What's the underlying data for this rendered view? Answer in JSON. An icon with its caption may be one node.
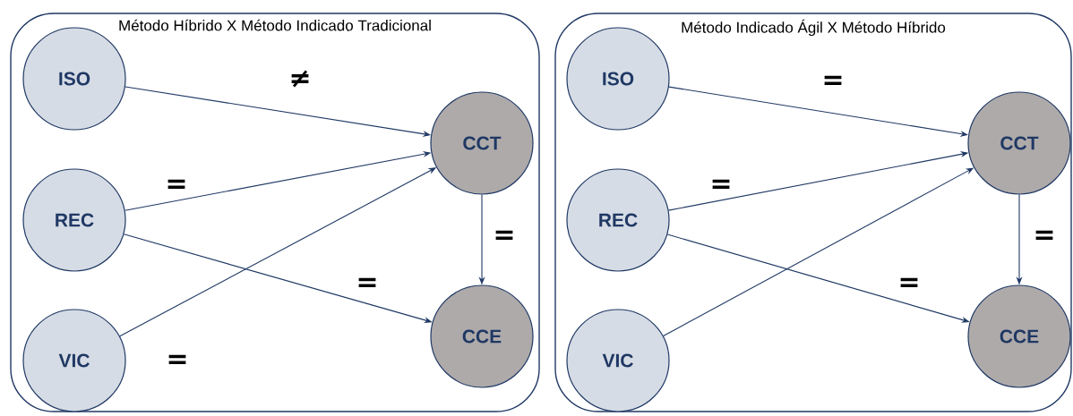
{
  "diagram": {
    "nodes": [
      {
        "text": [
          "Método Híbrido X Método Indicado Tradicional"
        ]
      },
      {
        "text": [
          "ISO"
        ],
        "in": 0
      },
      {
        "text": [
          "REC"
        ],
        "in": 0
      },
      {
        "text": [
          "VIC"
        ],
        "in": 0
      },
      {
        "text": [
          "CCT"
        ],
        "in": 0
      },
      {
        "text": [
          "CCE"
        ],
        "in": 0
      },
      {
        "text": [
          "Método Indicado Ágil X Método Híbrido"
        ]
      },
      {
        "text": [
          "ISO"
        ],
        "in": 6
      },
      {
        "text": [
          "REC"
        ],
        "in": 6
      },
      {
        "text": [
          "VIC"
        ],
        "in": 6
      },
      {
        "text": [
          "CCT"
        ],
        "in": 6
      },
      {
        "text": [
          "CCE"
        ],
        "in": 6
      }
    ],
    "edges": [
      {
        "from": 1,
        "to": 4,
        "arrow": "to",
        "label": "≠"
      },
      {
        "from": 2,
        "to": 4,
        "arrow": "to",
        "label": "="
      },
      {
        "from": 3,
        "to": 4,
        "arrow": "to",
        "label": "="
      },
      {
        "from": 2,
        "to": 5,
        "arrow": "to",
        "label": "="
      },
      {
        "from": 4,
        "to": 5,
        "arrow": "to",
        "label": "="
      },
      {
        "from": 7,
        "to": 10,
        "arrow": "to",
        "label": "="
      },
      {
        "from": 8,
        "to": 10,
        "arrow": "to",
        "label": "="
      },
      {
        "from": 9,
        "to": 10,
        "arrow": "to"
      },
      {
        "from": 8,
        "to": 11,
        "arrow": "to",
        "label": "="
      },
      {
        "from": 10,
        "to": 11,
        "arrow": "to",
        "label": "="
      }
    ]
  }
}
